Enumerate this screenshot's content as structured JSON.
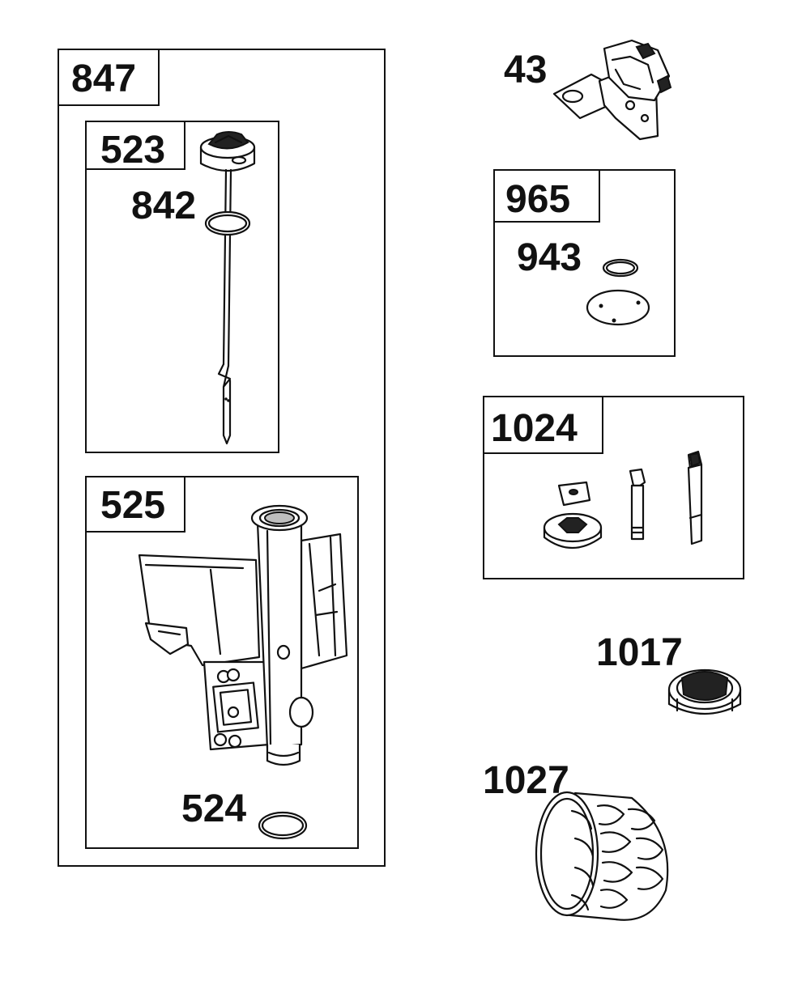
{
  "kits": {
    "k847": {
      "label": "847"
    },
    "k523": {
      "label": "523"
    },
    "k525": {
      "label": "525"
    },
    "k965": {
      "label": "965"
    },
    "k1024": {
      "label": "1024"
    }
  },
  "parts": {
    "p842": {
      "label": "842"
    },
    "p524": {
      "label": "524"
    },
    "p43": {
      "label": "43"
    },
    "p943": {
      "label": "943"
    },
    "p1017": {
      "label": "1017"
    },
    "p1027": {
      "label": "1027"
    }
  }
}
